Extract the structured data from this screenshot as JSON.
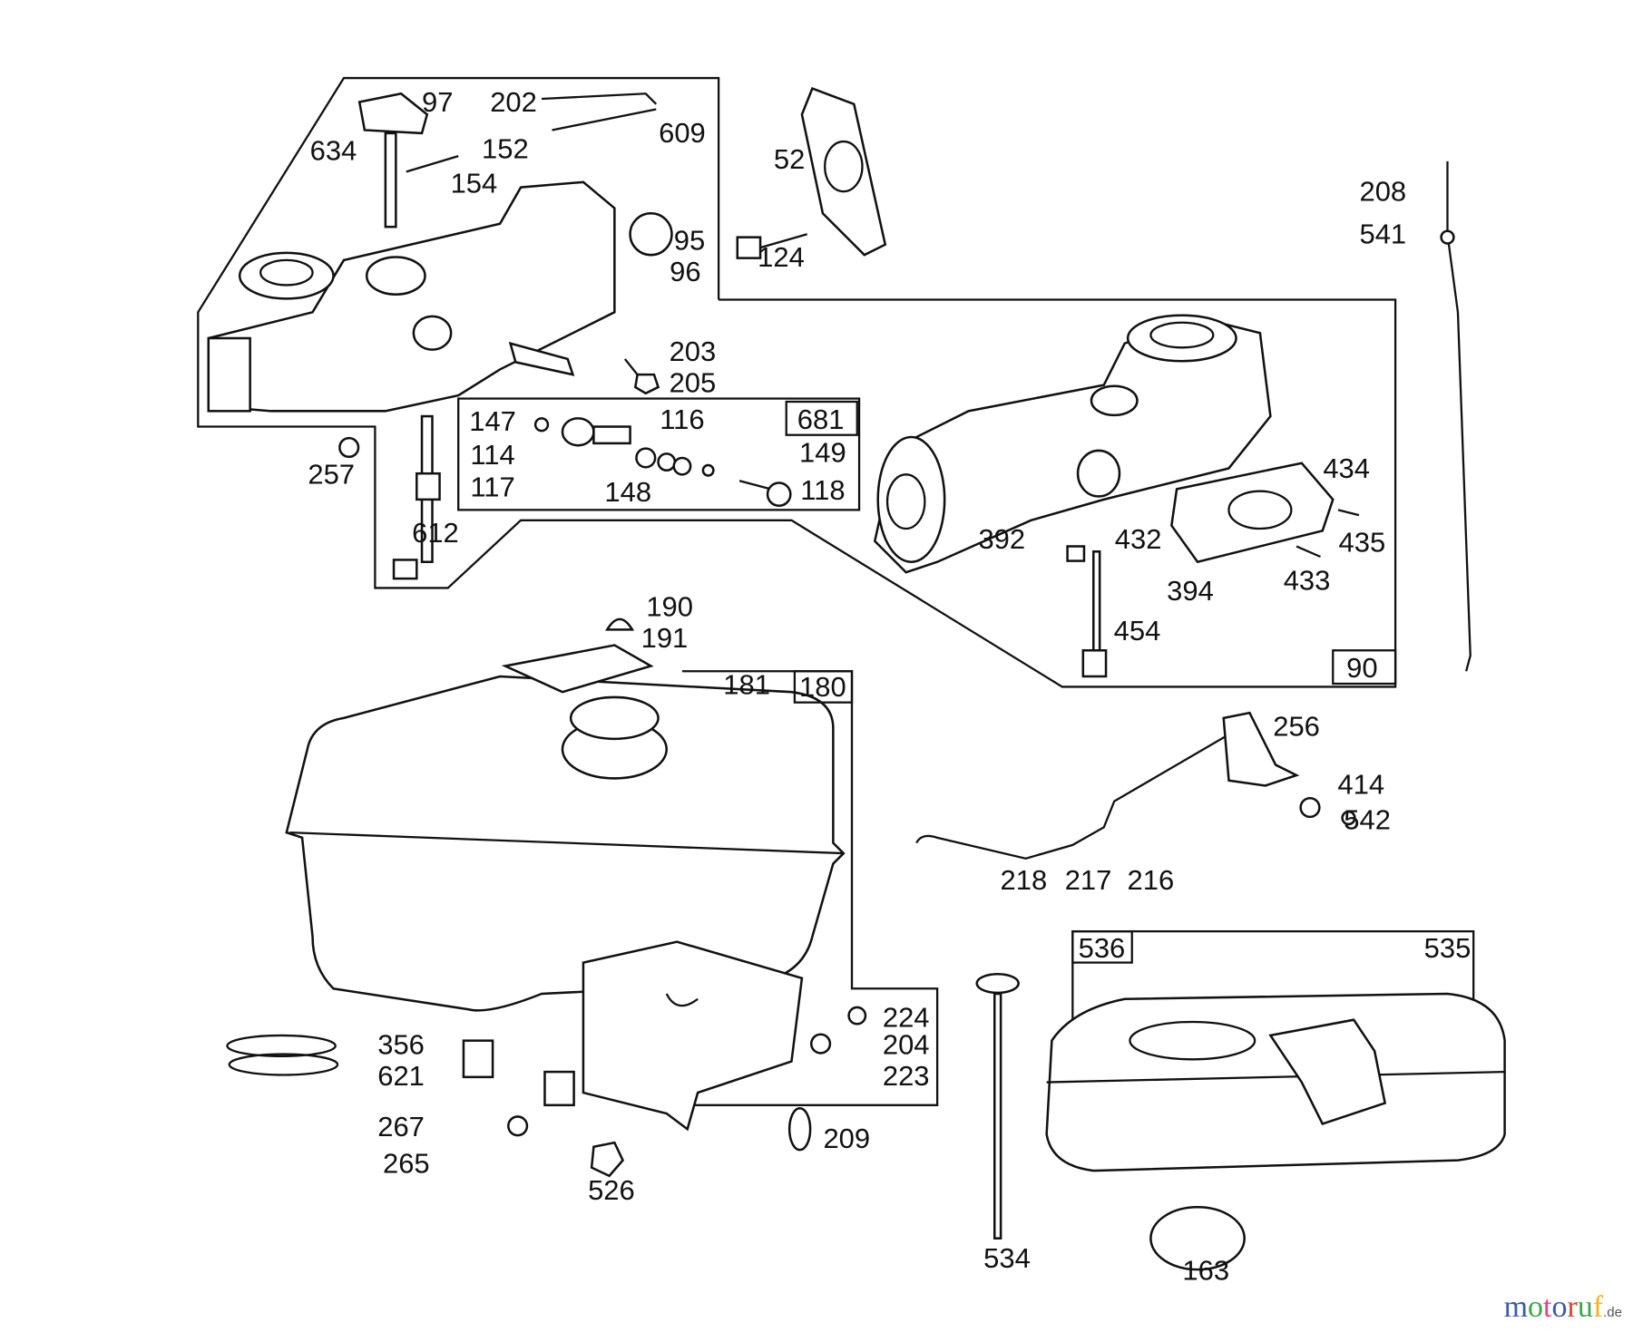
{
  "diagram": {
    "labels": [
      "97",
      "202",
      "609",
      "634",
      "152",
      "154",
      "52",
      "95",
      "96",
      "124",
      "208",
      "541",
      "203",
      "205",
      "681",
      "147",
      "116",
      "114",
      "149",
      "117",
      "148",
      "118",
      "257",
      "612",
      "434",
      "435",
      "392",
      "432",
      "394",
      "433",
      "454",
      "90",
      "190",
      "191",
      "181",
      "180",
      "256",
      "414",
      "542",
      "218",
      "217",
      "216",
      "536",
      "535",
      "224",
      "204",
      "223",
      "356",
      "621",
      "267",
      "265",
      "526",
      "209",
      "534",
      "163"
    ],
    "boxed_labels": [
      "681",
      "90",
      "180",
      "536"
    ]
  },
  "watermark": {
    "text": "motoruf",
    "suffix": ".de",
    "colors": [
      "#3b5ba9",
      "#3aa64a",
      "#e2457f",
      "#3b5ba9",
      "#d9462c",
      "#3aa64a",
      "#f2b31d"
    ]
  }
}
